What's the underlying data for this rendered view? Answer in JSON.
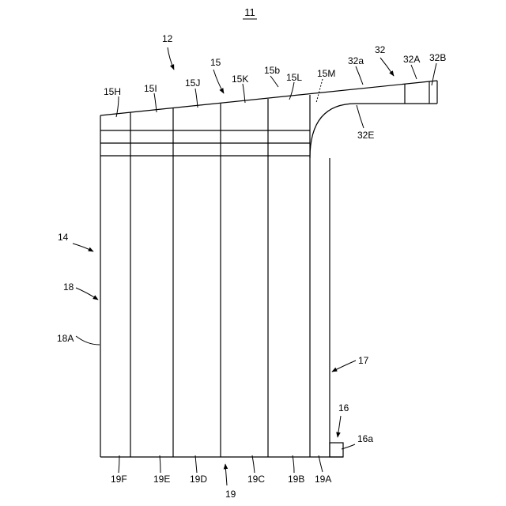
{
  "figure": {
    "number": "11",
    "labels": {
      "l12": "12",
      "l15": "15",
      "l15b": "15b",
      "l15H": "15H",
      "l15I": "15I",
      "l15J": "15J",
      "l15K": "15K",
      "l15L": "15L",
      "l15M": "15M",
      "l32": "32",
      "l32a": "32a",
      "l32A": "32A",
      "l32B": "32B",
      "l32E": "32E",
      "l14": "14",
      "l18": "18",
      "l18A": "18A",
      "l17": "17",
      "l16": "16",
      "l16a": "16a",
      "l19": "19",
      "l19A": "19A",
      "l19B": "19B",
      "l19C": "19C",
      "l19D": "19D",
      "l19E": "19E",
      "l19F": "19F"
    }
  }
}
